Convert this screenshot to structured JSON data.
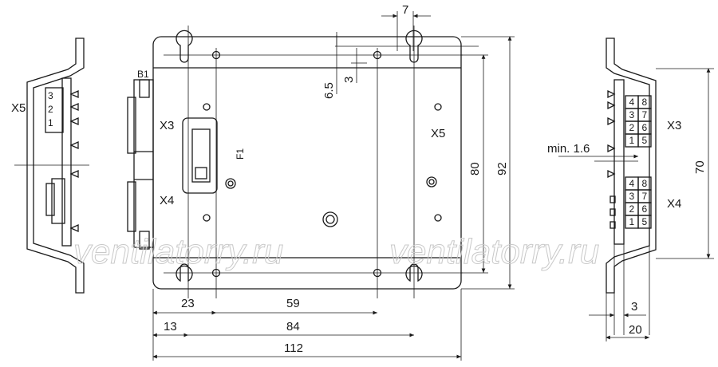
{
  "labels": {
    "x5_left": "X5",
    "x5_main": "X5",
    "x3_main": "X3",
    "x4_main": "X4",
    "b1": "B1",
    "f1": "F1",
    "x3_right": "X3",
    "x4_right": "X4"
  },
  "left_terminal": [
    "3",
    "2",
    "1"
  ],
  "right_terminals": {
    "top": [
      [
        "4",
        "8"
      ],
      [
        "3",
        "7"
      ],
      [
        "2",
        "6"
      ],
      [
        "1",
        "5"
      ]
    ],
    "bottom": [
      [
        "4",
        "8"
      ],
      [
        "3",
        "7"
      ],
      [
        "2",
        "6"
      ],
      [
        "1",
        "5"
      ]
    ]
  },
  "dimensions": {
    "top_hole": "7",
    "slot_3": "3",
    "slot_65": "6.5",
    "height_80": "80",
    "height_92": "92",
    "bottom_23": "23",
    "bottom_59": "59",
    "bottom_13": "13",
    "bottom_84": "84",
    "bottom_112": "112",
    "min_16": "min. 1.6",
    "height_70": "70",
    "right_3": "3",
    "right_20": "20"
  },
  "watermark": [
    "ventilatorry.ru",
    "ventilatorry.ru"
  ]
}
